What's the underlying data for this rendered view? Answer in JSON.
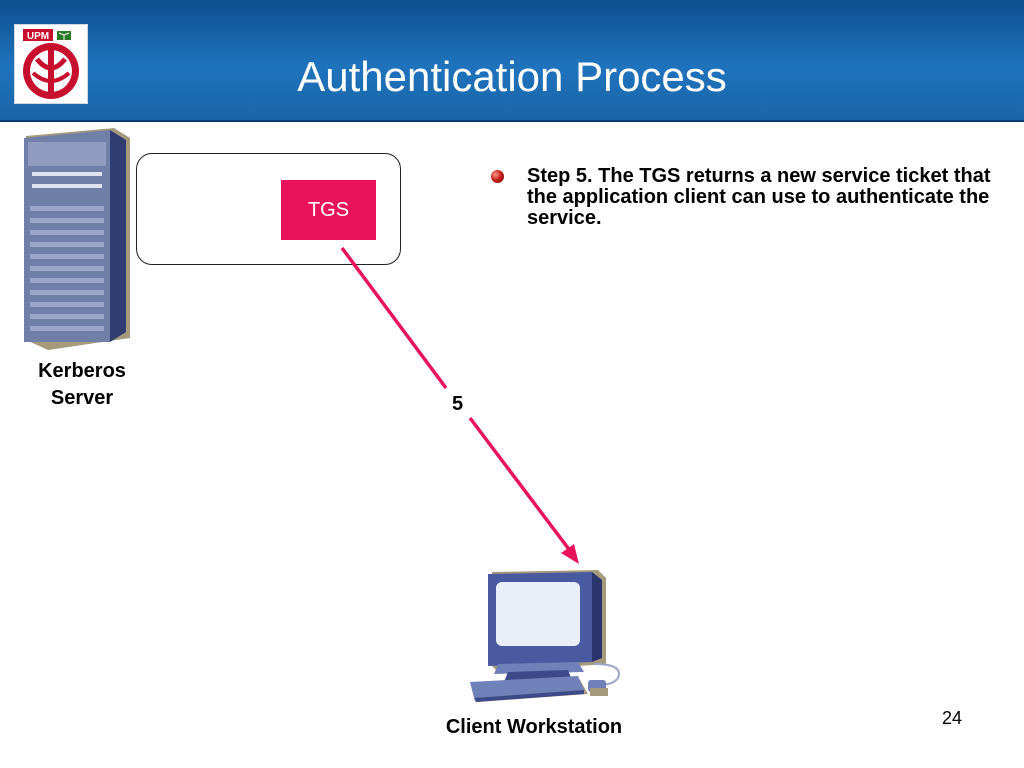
{
  "slide": {
    "title": "Authentication Process",
    "page_number": "24"
  },
  "logo": {
    "text": "UPM",
    "colors": {
      "primary": "#c8102e",
      "accent": "#2a7a2a"
    }
  },
  "diagram": {
    "server": {
      "label_line1": "Kerberos",
      "label_line2": "Server",
      "icon": "server-icon"
    },
    "tgs": {
      "label": "TGS",
      "color": "#e8135a"
    },
    "connection": {
      "step_label": "5",
      "color": "#e8135a"
    },
    "client": {
      "label": "Client Workstation",
      "icon": "workstation-icon"
    }
  },
  "bullet_points": [
    {
      "text": "Step 5. The TGS returns a new service ticket that the application client can use to authenticate the service."
    }
  ]
}
